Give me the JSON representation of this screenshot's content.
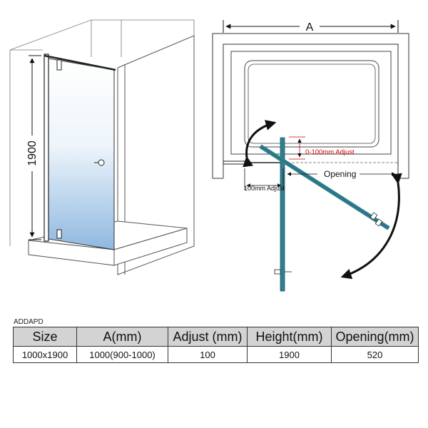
{
  "diagram": {
    "height_label": "1900",
    "width_label": "A",
    "adjust_label": "0-100mm Adjust",
    "adjust_bottom_label": "100mm Adjust",
    "opening_label": "Opening"
  },
  "model_code": "ADDAPD",
  "table": {
    "headers": [
      "Size",
      "A(mm)",
      "Adjust (mm)",
      "Height(mm)",
      "Opening(mm)"
    ],
    "row": [
      "1000x1900",
      "1000(900-1000)",
      "100",
      "1900",
      "520"
    ]
  },
  "colors": {
    "glass": "#2f7f8f",
    "adjust_red": "#cc0000",
    "table_header_bg": "#d3d3d3"
  }
}
